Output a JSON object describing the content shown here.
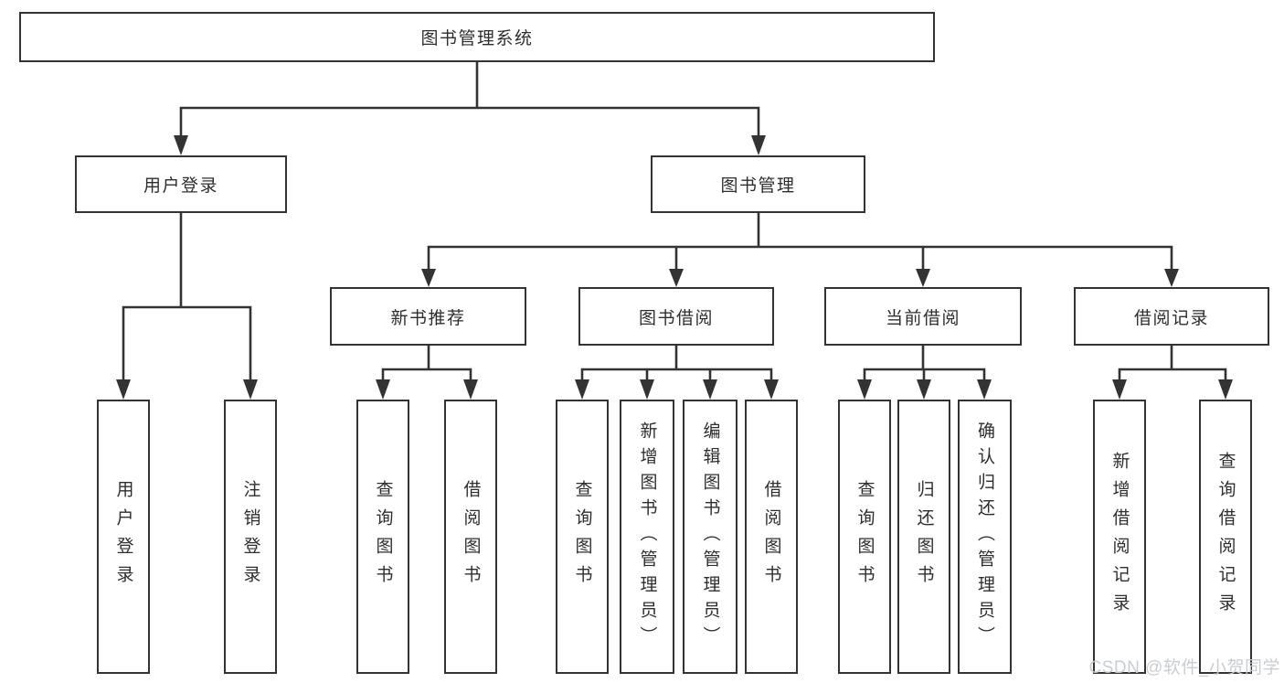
{
  "tree": {
    "label": "图书管理系统",
    "children": [
      {
        "label": "用户登录",
        "children": [
          {
            "label": "用户登录"
          },
          {
            "label": "注销登录"
          }
        ]
      },
      {
        "label": "图书管理",
        "children": [
          {
            "label": "新书推荐",
            "children": [
              {
                "label": "查询图书"
              },
              {
                "label": "借阅图书"
              }
            ]
          },
          {
            "label": "图书借阅",
            "children": [
              {
                "label": "查询图书"
              },
              {
                "label": "新增图书（管理员）"
              },
              {
                "label": "编辑图书（管理员）"
              },
              {
                "label": "借阅图书"
              }
            ]
          },
          {
            "label": "当前借阅",
            "children": [
              {
                "label": "查询图书"
              },
              {
                "label": "归还图书"
              },
              {
                "label": "确认归还（管理员）"
              }
            ]
          },
          {
            "label": "借阅记录",
            "children": [
              {
                "label": "新增借阅记录"
              },
              {
                "label": "查询借阅记录"
              }
            ]
          }
        ]
      }
    ]
  },
  "watermark": {
    "text": "CSDN @软件_小贺同学"
  },
  "colors": {
    "line": "#333333",
    "box_border": "#333333",
    "box_fill": "#ffffff",
    "text": "#2e2e2e",
    "watermark": "#c6cbd0",
    "background": "#ffffff"
  }
}
